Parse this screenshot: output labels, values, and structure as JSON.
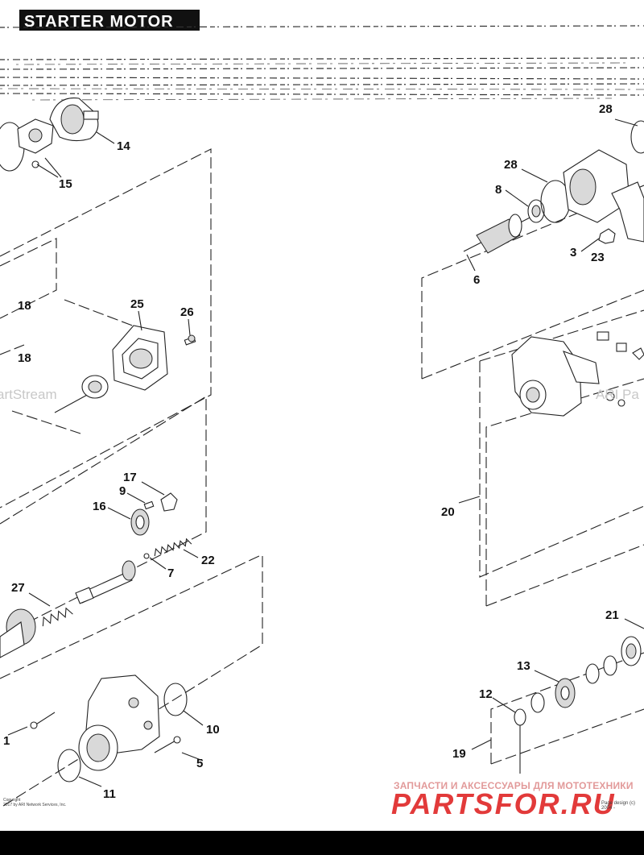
{
  "header": {
    "title": "STARTER MOTOR"
  },
  "callouts": {
    "c1": "1",
    "c3": "3",
    "c5": "5",
    "c6": "6",
    "c7": "7",
    "c8": "8",
    "c9": "9",
    "c10": "10",
    "c11": "11",
    "c12": "12",
    "c13": "13",
    "c14": "14",
    "c15": "15",
    "c16": "16",
    "c17": "17",
    "c18a": "18",
    "c18b": "18",
    "c19": "19",
    "c20": "20",
    "c21": "21",
    "c22": "22",
    "c23": "23",
    "c25": "25",
    "c26": "26",
    "c27": "27",
    "c28a": "28",
    "c28b": "28"
  },
  "watermarks": {
    "left": "artStream",
    "right": "ARI Pa"
  },
  "footer": {
    "copyright_line1": "Copyright",
    "copyright_line2": "2017 by ARI Network Services, Inc.",
    "parts_caption": "ЗАПЧАСТИ И АКСЕССУАРЫ ДЛЯ МОТОТЕХНИКИ",
    "parts_logo": "PARTSFOR.RU",
    "page_design": "Page design (c) 2004 -"
  },
  "colors": {
    "logo": "#e23a3a",
    "caption": "#e29a9a",
    "bars": "#111111"
  }
}
